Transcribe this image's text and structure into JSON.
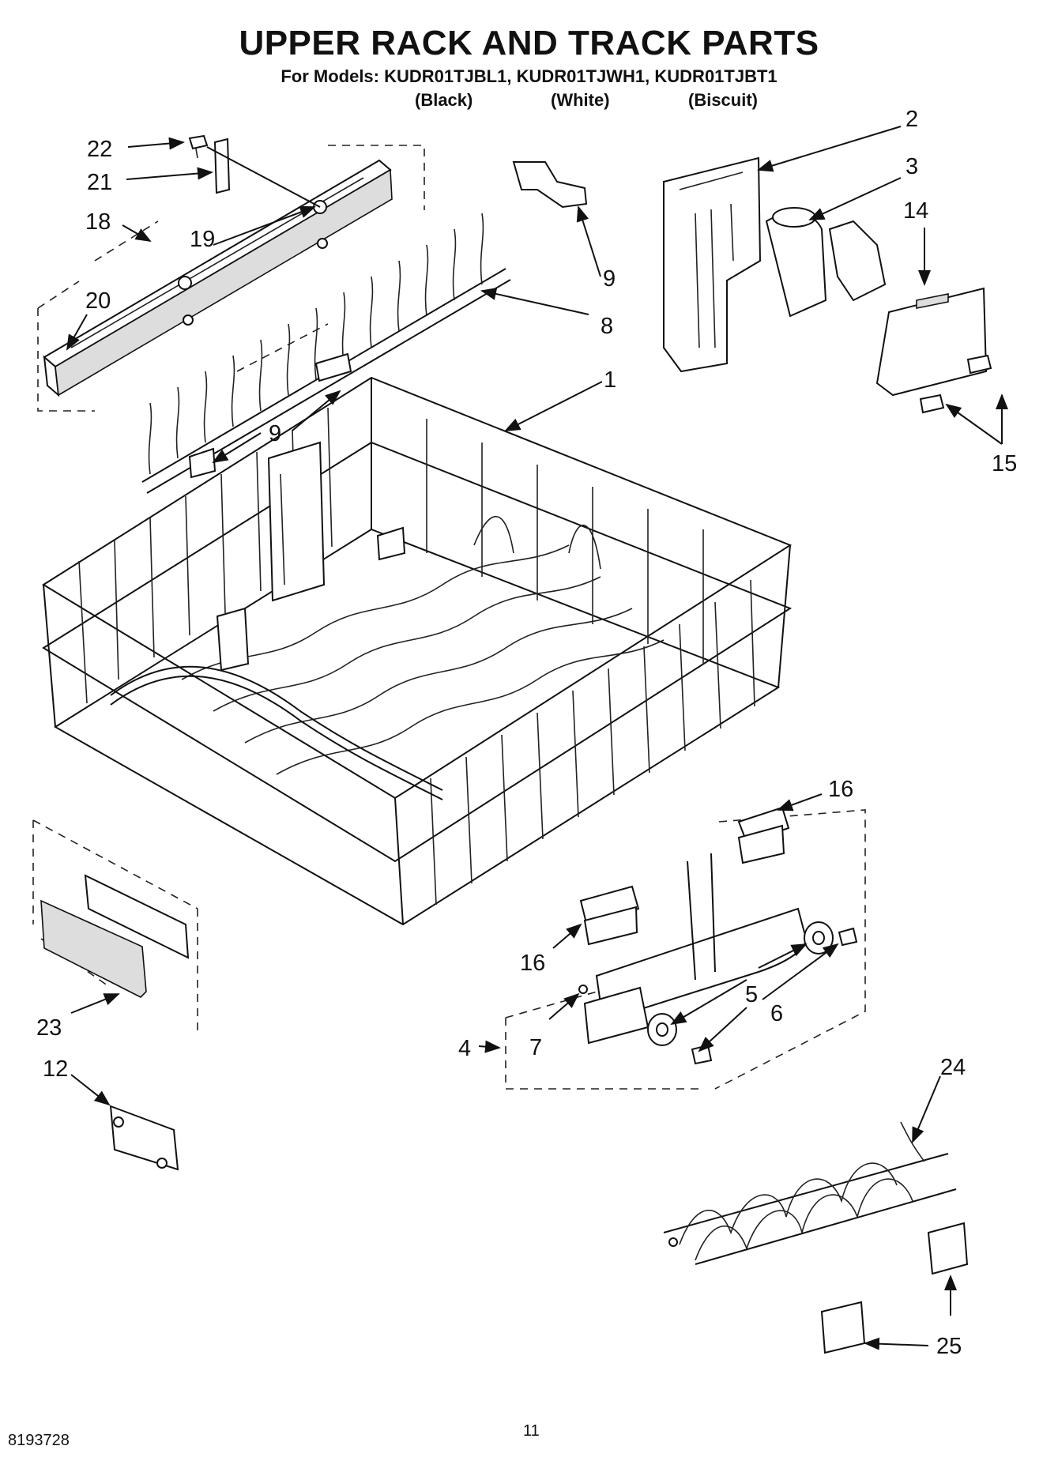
{
  "header": {
    "title": "UPPER RACK AND TRACK PARTS",
    "models": "For Models: KUDR01TJBL1, KUDR01TJWH1, KUDR01TJBT1",
    "variants": [
      "(Black)",
      "(White)",
      "(Biscuit)"
    ]
  },
  "footer": {
    "doc_number": "8193728",
    "page_number": "11"
  },
  "callouts": {
    "c22": "22",
    "c21": "21",
    "c18": "18",
    "c19": "19",
    "c20": "20",
    "c9a": "9",
    "c9b": "9",
    "c8": "8",
    "c1": "1",
    "c2": "2",
    "c3": "3",
    "c14": "14",
    "c15": "15",
    "c16a": "16",
    "c16b": "16",
    "c5": "5",
    "c6": "6",
    "c7": "7",
    "c4": "4",
    "c23": "23",
    "c12": "12",
    "c24": "24",
    "c25": "25"
  }
}
